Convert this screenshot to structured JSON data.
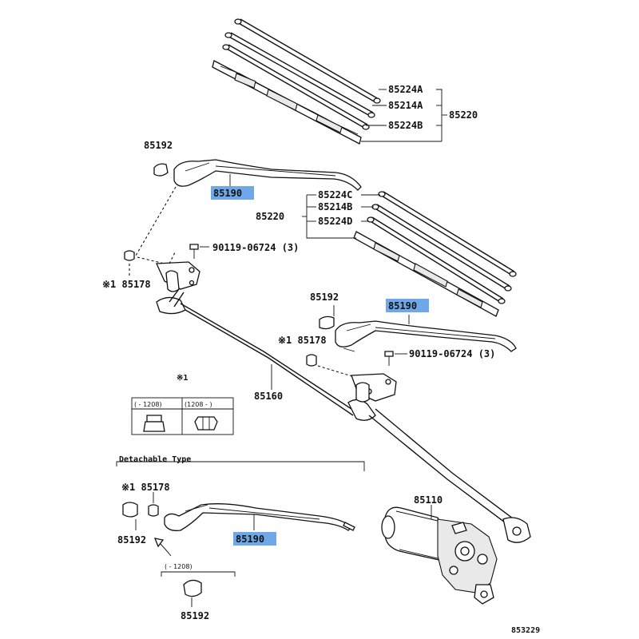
{
  "labels": {
    "blade_refill_a": "85224A",
    "blade_insert_a": "85214A",
    "blade_refill_b": "85224B",
    "blade_assy_upper": "85220",
    "cap_upper": "85192",
    "arm_upper": "85190",
    "blade_refill_c": "85224C",
    "blade_insert_b": "85214B",
    "blade_refill_d": "85224D",
    "blade_assy_lower": "85220",
    "nut_upper": "90119-06724 (3)",
    "pivot_left": "※1 85178",
    "cap_middle": "85192",
    "arm_middle": "85190",
    "pivot_right": "※1 85178",
    "nut_middle": "90119-06724 (3)",
    "link": "85160",
    "motor": "85110",
    "detachable_type": "Detachable Type",
    "det_pivot": "※1 85178",
    "det_cap": "85192",
    "det_arm": "85190",
    "bottom_cap": "85192",
    "figure_number": "853229"
  },
  "note_box": {
    "marker": "※1",
    "col_left": "(   ‐ 1208)",
    "col_right": "(1208 ‐    )"
  },
  "cap_note": {
    "range": "(   ‐ 1208)"
  },
  "highlight_color": "#6fa8e8"
}
